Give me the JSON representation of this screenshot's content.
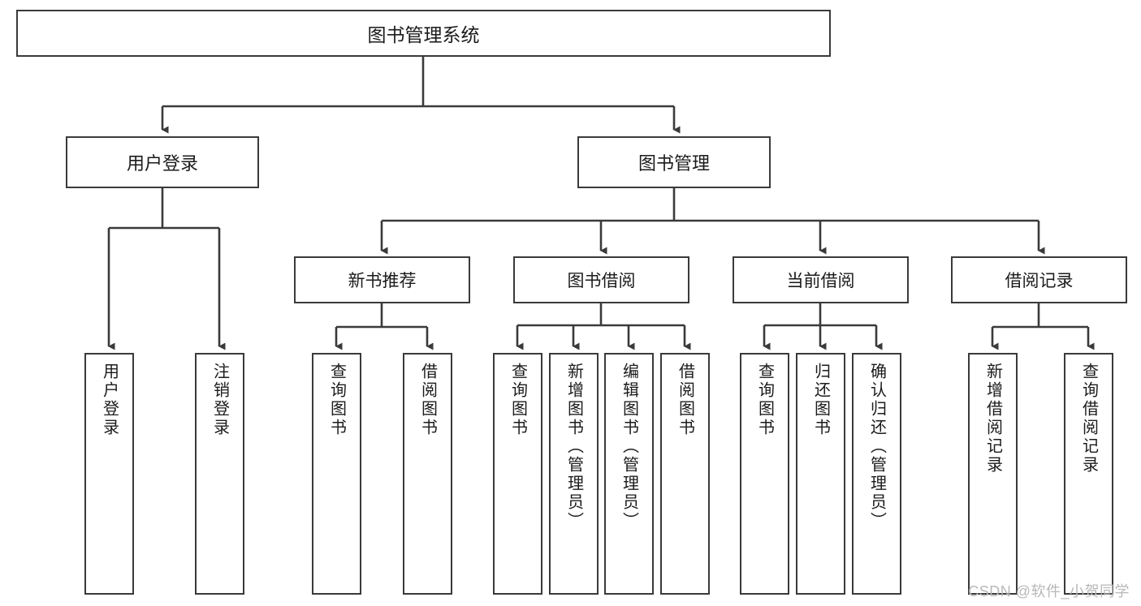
{
  "diagram": {
    "title": "图书管理系统",
    "watermark": "CSDN @软件_小贺同学",
    "colors": {
      "stroke": "#3a3a3a",
      "fill": "#ffffff",
      "text": "#1b1b1b",
      "watermark": "#b8b8b8"
    },
    "root": {
      "label": "图书管理系统"
    },
    "level2": [
      {
        "label": "用户登录"
      },
      {
        "label": "图书管理"
      }
    ],
    "level3": [
      {
        "label": "新书推荐"
      },
      {
        "label": "图书借阅"
      },
      {
        "label": "当前借阅"
      },
      {
        "label": "借阅记录"
      }
    ],
    "leaves": {
      "user_login": [
        {
          "label": "用户登录"
        },
        {
          "label": "注销登录"
        }
      ],
      "new_book_recommend": [
        {
          "label": "查询图书"
        },
        {
          "label": "借阅图书"
        }
      ],
      "book_borrow": [
        {
          "label": "查询图书"
        },
        {
          "label": "新增图书（管理员）"
        },
        {
          "label": "编辑图书（管理员）"
        },
        {
          "label": "借阅图书"
        }
      ],
      "current_borrow": [
        {
          "label": "查询图书"
        },
        {
          "label": "归还图书"
        },
        {
          "label": "确认归还（管理员）"
        }
      ],
      "borrow_record": [
        {
          "label": "新增借阅记录"
        },
        {
          "label": "查询借阅记录"
        }
      ]
    }
  }
}
